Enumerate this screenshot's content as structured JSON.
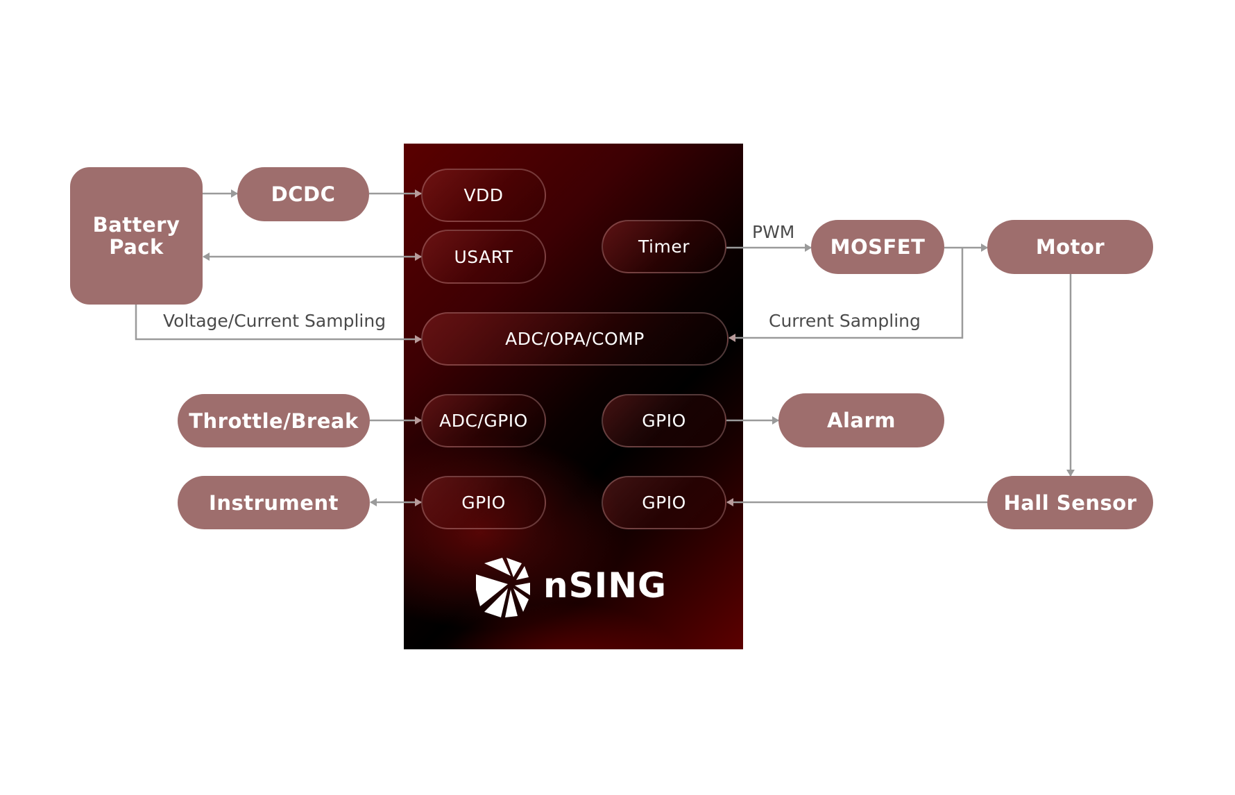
{
  "diagram": {
    "external_blocks": {
      "battery_pack": "Battery\nPack",
      "dcdc": "DCDC",
      "throttle_break": "Throttle/Break",
      "instrument": "Instrument",
      "mosfet": "MOSFET",
      "motor": "Motor",
      "alarm": "Alarm",
      "hall_sensor": "Hall Sensor"
    },
    "chip": {
      "ports": {
        "vdd": "VDD",
        "usart": "USART",
        "timer": "Timer",
        "adc_opa_comp": "ADC/OPA/COMP",
        "adc_gpio": "ADC/GPIO",
        "gpio_alarm": "GPIO",
        "gpio_instrument": "GPIO",
        "gpio_hall": "GPIO"
      },
      "logo_text": "nSING"
    },
    "edge_labels": {
      "pwm": "PWM",
      "voltage_current_sampling": "Voltage/Current Sampling",
      "current_sampling": "Current Sampling"
    },
    "connections": [
      {
        "from": "Battery Pack",
        "to": "DCDC",
        "direction": "forward"
      },
      {
        "from": "DCDC",
        "to": "VDD",
        "direction": "forward"
      },
      {
        "from": "Battery Pack",
        "to": "USART",
        "direction": "bidirectional"
      },
      {
        "from": "Battery Pack",
        "to": "ADC/OPA/COMP",
        "direction": "forward",
        "label": "Voltage/Current Sampling"
      },
      {
        "from": "Timer",
        "to": "MOSFET",
        "direction": "forward",
        "label": "PWM"
      },
      {
        "from": "MOSFET",
        "to": "Motor",
        "direction": "forward"
      },
      {
        "from": "MOSFET",
        "to": "ADC/OPA/COMP",
        "direction": "forward",
        "label": "Current Sampling"
      },
      {
        "from": "Throttle/Break",
        "to": "ADC/GPIO",
        "direction": "forward"
      },
      {
        "from": "GPIO",
        "to": "Alarm",
        "direction": "forward"
      },
      {
        "from": "Instrument",
        "to": "GPIO",
        "direction": "bidirectional"
      },
      {
        "from": "Motor",
        "to": "Hall Sensor",
        "direction": "forward"
      },
      {
        "from": "Hall Sensor",
        "to": "GPIO",
        "direction": "forward"
      }
    ],
    "colors": {
      "block_fill": "#9e6e6d",
      "wire": "#9a9a9a",
      "chip_wire": "#b89a9a",
      "chip_dark": "#000000",
      "chip_red": "#6a0000"
    }
  }
}
